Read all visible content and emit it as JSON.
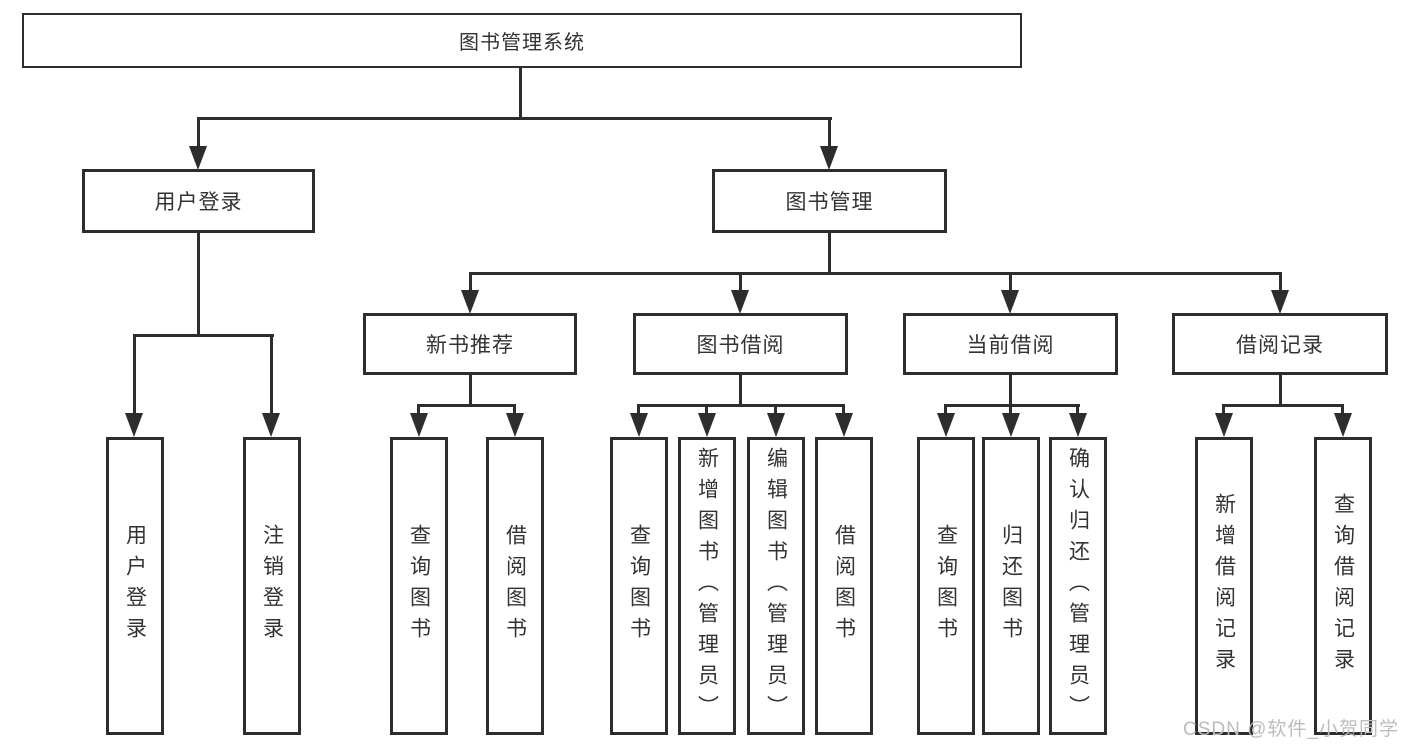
{
  "diagram": {
    "title": "图书管理系统",
    "watermark": "CSDN @软件_小贺同学",
    "colors": {
      "line": "#2d2d2d",
      "box_border": "#2d2d2d",
      "box_fill": "#ffffff",
      "text": "#333333",
      "watermark": "#bcbcbc"
    },
    "nodes": {
      "root": {
        "label": "图书管理系统"
      },
      "user_login": {
        "label": "用户登录"
      },
      "book_management": {
        "label": "图书管理"
      },
      "new_book_recommend": {
        "label": "新书推荐"
      },
      "book_borrow": {
        "label": "图书借阅"
      },
      "current_borrow": {
        "label": "当前借阅"
      },
      "borrow_records": {
        "label": "借阅记录"
      },
      "leaf_user_login": {
        "label": "用户登录"
      },
      "leaf_logout": {
        "label": "注销登录"
      },
      "leaf_query_books_1": {
        "label": "查询图书"
      },
      "leaf_borrow_books_1": {
        "label": "借阅图书"
      },
      "leaf_query_books_2": {
        "label": "查询图书"
      },
      "leaf_add_book_admin": {
        "label": "新增图书（管理员）"
      },
      "leaf_edit_book_admin": {
        "label": "编辑图书（管理员）"
      },
      "leaf_borrow_books_2": {
        "label": "借阅图书"
      },
      "leaf_query_books_3": {
        "label": "查询图书"
      },
      "leaf_return_book": {
        "label": "归还图书"
      },
      "leaf_confirm_return_admin": {
        "label": "确认归还（管理员）"
      },
      "leaf_add_borrow_record": {
        "label": "新增借阅记录"
      },
      "leaf_query_borrow_record": {
        "label": "查询借阅记录"
      }
    }
  }
}
